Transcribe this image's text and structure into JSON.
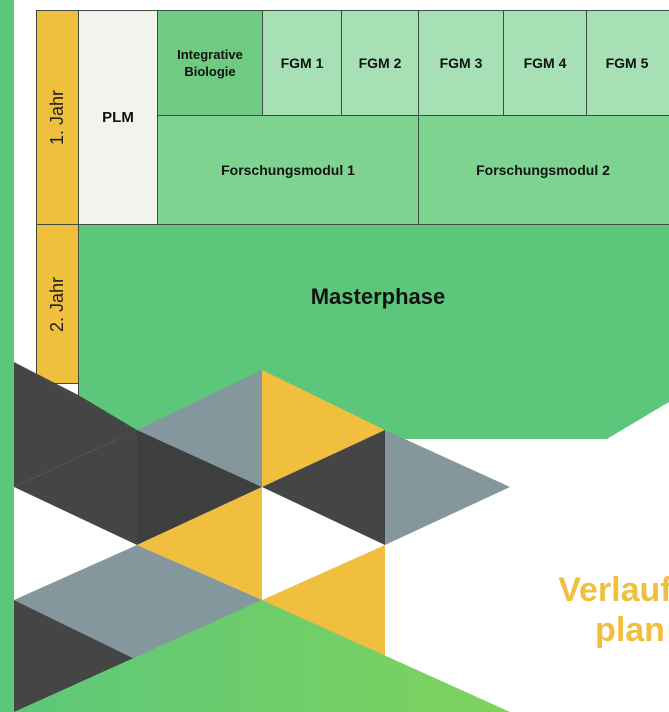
{
  "schedule": {
    "year1": "1. Jahr",
    "year2": "2. Jahr",
    "plm": "PLM",
    "integrative_biologie": "Integrative Biologie",
    "fgm": [
      "FGM 1",
      "FGM 2",
      "FGM 3",
      "FGM 4",
      "FGM 5"
    ],
    "forschungsmodul_1": "Forschungsmodul 1",
    "forschungsmodul_2": "Forschungsmodul 2",
    "masterphase": "Masterphase"
  },
  "title": {
    "line1": "Verlaufs-",
    "line2": "plan"
  },
  "colors": {
    "green": "#5cc77a",
    "yellow": "#f0bf3e",
    "dark_gray": "#454545",
    "blue_gray": "#84979c"
  }
}
